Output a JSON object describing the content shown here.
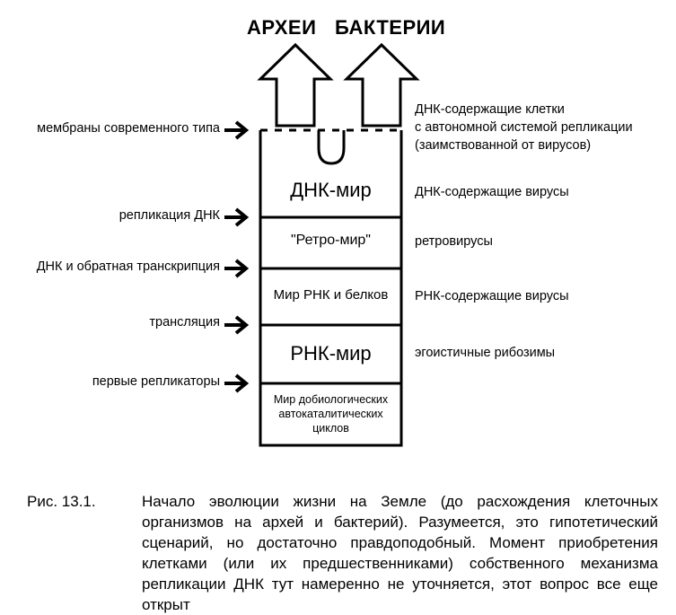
{
  "diagram": {
    "top_labels": {
      "archaea": "АРХЕИ",
      "bacteria": "БАКТЕРИИ"
    },
    "left_events": [
      "мембраны современного типа",
      "репликация ДНК",
      "ДНК и обратная транскрипция",
      "трансляция",
      "первые репликаторы"
    ],
    "stages": [
      "ДНК-мир",
      "\"Ретро-мир\"",
      "Мир РНК и белков",
      "РНК-мир",
      "Мир добиологических автокаталитических циклов"
    ],
    "stage_small_lines": [
      "Мир добиологических",
      "автокаталитических",
      "циклов"
    ],
    "right_notes": {
      "dna_cells": [
        "ДНК-содержащие клетки",
        "с автономной системой репликации",
        "(заимствованной от вирусов)"
      ],
      "dna_viruses": "ДНК-содержащие вирусы",
      "retroviruses": "ретровирусы",
      "rna_viruses": "РНК-содержащие вирусы",
      "ribozymes": "эгоистичные рибозимы"
    }
  },
  "caption": {
    "prefix": "Рис. 13.1.",
    "text": "Начало эволюции жизни на Земле (до расхождения клеточных организмов на архей и бактерий). Разумеется, это гипотетический сценарий, но достаточно правдоподобный. Момент приобретения клетками (или их предшественниками) собственного механизма репликации ДНК тут намеренно не уточняется, этот вопрос все еще открыт"
  }
}
